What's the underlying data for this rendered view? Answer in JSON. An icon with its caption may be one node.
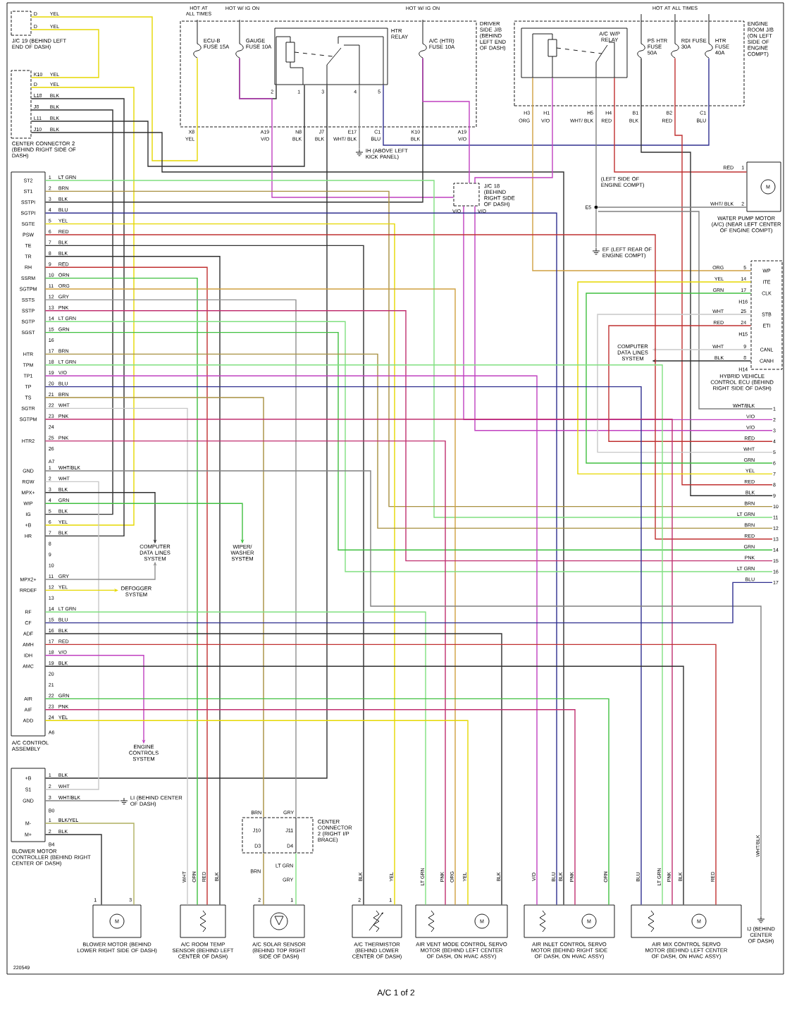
{
  "diagram": {
    "caption": "A/C 1 of 2",
    "nodes": [
      {
        "text": [
          "J/C 19 (BEHIND LEFT END OF DASH)"
        ]
      },
      {
        "text": [
          "CENTER CONNECTOR 2 (BEHIND RIGHT SIDE OF DASH)"
        ]
      },
      {
        "text": [
          "DRIVER SIDE J/B (BEHIND LEFT END OF DASH)"
        ]
      },
      {
        "text": [
          "ECU-B FUSE 15A"
        ],
        "in": 2
      },
      {
        "text": [
          "GAUGE FUSE 10A"
        ],
        "in": 2
      },
      {
        "text": [
          "HTR RELAY"
        ],
        "in": 2
      },
      {
        "text": [
          "A/C (HTR) FUSE 10A"
        ],
        "in": 2
      },
      {
        "text": [
          "ENGINE ROOM J/B (ON LEFT SIDE OF ENGINE COMPT)"
        ]
      },
      {
        "text": [
          "A/C W/P RELAY"
        ],
        "in": 7
      },
      {
        "text": [
          "PS HTR FUSE 50A"
        ],
        "in": 7
      },
      {
        "text": [
          "RDI FUSE 30A"
        ],
        "in": 7
      },
      {
        "text": [
          "HTR FUSE 40A"
        ],
        "in": 7
      },
      {
        "text": [
          "WATER PUMP MOTOR (A/C) (NEAR LEFT CENTER OF ENGINE COMPT)"
        ]
      },
      {
        "text": [
          "J/C 18 (BEHIND RIGHT SIDE OF DASH)"
        ]
      },
      {
        "text": [
          "WP",
          "ITE",
          "CLK",
          "STB",
          "ETI",
          "CANL",
          "CANH",
          "HYBRID VEHICLE CONTROL ECU (BEHIND RIGHT SIDE OF DASH)"
        ],
        "beside": [
          "H16",
          "H15",
          "H14"
        ]
      },
      {
        "text": [
          "ST2",
          "ST1",
          "SSTPI",
          "SGTPI",
          "SGTE",
          "PSW",
          "TE",
          "TR",
          "RH",
          "SSRM",
          "SGTPM",
          "SSTS",
          "SSTP",
          "SGTP",
          "SGST",
          "HTR",
          "TPM",
          "TP1",
          "TP",
          "TS",
          "SGTR",
          "SGTPM",
          "HTR2",
          "GND",
          "RGW",
          "MPX+",
          "WIP",
          "IG",
          "+B",
          "HR",
          "MPX2+",
          "RRDEF",
          "RF",
          "CF",
          "ADF",
          "AMH",
          "IDH",
          "AMC",
          "AIR",
          "AIF",
          "ADD",
          "A/C CONTROL ASSEMBLY"
        ]
      },
      {
        "text": [
          "+B",
          "S1",
          "GND",
          "M-",
          "M+",
          "BLOWER MOTOR CONTROLLER (BEHIND RIGHT CENTER OF DASH)"
        ]
      },
      {
        "text": [
          "BLOWER MOTOR (BEHIND LOWER RIGHT SIDE OF DASH)"
        ]
      },
      {
        "text": [
          "A/C ROOM TEMP SENSOR (BEHIND LEFT CENTER OF DASH)"
        ]
      },
      {
        "text": [
          "A/C SOLAR SENSOR (BEHIND TOP RIGHT SIDE OF DASH)"
        ]
      },
      {
        "text": [
          "CENTER CONNECTOR 2 (RIGHT I/P BRACE)"
        ]
      },
      {
        "text": [
          "A/C THERMISTOR (BEHIND LOWER CENTER OF DASH)"
        ]
      },
      {
        "text": [
          "AIR VENT MODE CONTROL SERVO MOTOR (BEHIND LEFT CENTER OF DASH, ON HVAC ASSY)"
        ]
      },
      {
        "text": [
          "AIR INLET CONTROL SERVO MOTOR (BEHIND RIGHT SIDE OF DASH, ON HVAC ASSY)"
        ]
      },
      {
        "text": [
          "AIR MIX CONTROL SERVO MOTOR (BEHIND LEFT CENTER OF DASH, ON HVAC ASSY)"
        ]
      },
      {
        "text": [
          "COMPUTER DATA LINES SYSTEM"
        ]
      },
      {
        "text": [
          "WIPER/ WASHER SYSTEM"
        ]
      },
      {
        "text": [
          "DEFOGGER SYSTEM"
        ]
      },
      {
        "text": [
          "ENGINE CONTROLS SYSTEM"
        ]
      },
      {
        "text": [
          "COMPUTER DATA LINES SYSTEM"
        ]
      },
      {
        "text": [
          "IH (ABOVE LEFT KICK PANEL)"
        ]
      },
      {
        "text": [
          "(LEFT SIDE OF ENGINE COMPT)",
          "E5"
        ]
      },
      {
        "text": [
          "EF (LEFT REAR OF ENGINE COMPT)"
        ]
      },
      {
        "text": [
          "LI (BEHIND CENTER OF DASH)"
        ]
      },
      {
        "text": [
          "IJ (BEHIND CENTER OF DASH)"
        ]
      },
      {
        "text": [
          "1"
        ]
      },
      {
        "text": [
          "2"
        ]
      },
      {
        "text": [
          "3"
        ]
      },
      {
        "text": [
          "4"
        ]
      },
      {
        "text": [
          "5"
        ]
      },
      {
        "text": [
          "6"
        ]
      },
      {
        "text": [
          "7"
        ]
      },
      {
        "text": [
          "8"
        ]
      },
      {
        "text": [
          "9"
        ]
      },
      {
        "text": [
          "10"
        ]
      },
      {
        "text": [
          "11"
        ]
      },
      {
        "text": [
          "12"
        ]
      },
      {
        "text": [
          "13"
        ]
      },
      {
        "text": [
          "14"
        ]
      },
      {
        "text": [
          "15"
        ]
      },
      {
        "text": [
          "16"
        ]
      },
      {
        "text": [
          "17"
        ]
      }
    ],
    "edges": [
      {
        "from": 0,
        "to": 3,
        "arrow": "none",
        "color": "#e6d800"
      },
      {
        "from": 0,
        "to": 1,
        "arrow": "none",
        "color": "#e6d800"
      },
      {
        "from": 1,
        "to": 15,
        "arrow": "none",
        "color": "#e6d800"
      },
      {
        "from": 1,
        "to": 15,
        "arrow": "none",
        "color": "#303030"
      },
      {
        "from": 1,
        "to": 15,
        "arrow": "none",
        "color": "#303030"
      },
      {
        "from": 1,
        "to": 5,
        "arrow": "none",
        "color": "#303030"
      },
      {
        "from": 1,
        "to": 23,
        "arrow": "none",
        "color": "#303030"
      },
      {
        "from": 4,
        "to": 5,
        "arrow": "none",
        "color": "#303030"
      },
      {
        "from": 4,
        "to": 13,
        "arrow": "none",
        "color": "#c040c0"
      },
      {
        "from": 5,
        "to": 16,
        "arrow": "none",
        "color": "#303030"
      },
      {
        "from": 5,
        "to": 30,
        "arrow": "none",
        "color": "#808080"
      },
      {
        "from": 5,
        "to": 11,
        "arrow": "none",
        "color": "#303090"
      },
      {
        "from": 6,
        "to": 15,
        "arrow": "none",
        "color": "#303030"
      },
      {
        "from": 6,
        "to": 13,
        "arrow": "none",
        "color": "#c040c0"
      },
      {
        "from": 8,
        "to": 14,
        "arrow": "none",
        "color": "#d0a040"
      },
      {
        "from": 8,
        "to": 13,
        "arrow": "none",
        "color": "#c040c0"
      },
      {
        "from": 8,
        "to": 31,
        "arrow": "none",
        "color": "#808080"
      },
      {
        "from": 8,
        "to": 12,
        "arrow": "none",
        "color": "#c03030"
      },
      {
        "from": 9,
        "to": 43,
        "arrow": "none",
        "color": "#303030"
      },
      {
        "from": 10,
        "to": 42,
        "arrow": "none",
        "color": "#c03030"
      },
      {
        "from": 31,
        "to": 12,
        "arrow": "none",
        "color": "#808080"
      },
      {
        "from": 31,
        "to": 32,
        "arrow": "none",
        "color": "#808080"
      },
      {
        "from": 31,
        "to": 35,
        "arrow": "none",
        "color": "#808080"
      },
      {
        "from": 13,
        "to": 36,
        "arrow": "none",
        "color": "#c040c0"
      },
      {
        "from": 13,
        "to": 37,
        "arrow": "none",
        "color": "#c040c0"
      },
      {
        "from": 14,
        "to": 41,
        "arrow": "none",
        "color": "#e6d800"
      },
      {
        "from": 14,
        "to": 40,
        "arrow": "none",
        "color": "#40c040"
      },
      {
        "from": 14,
        "to": 39,
        "arrow": "none",
        "color": "#c8c8c8"
      },
      {
        "from": 14,
        "to": 38,
        "arrow": "none",
        "color": "#c03030"
      },
      {
        "from": 14,
        "to": 29,
        "arrow": "to",
        "color": "#c8c8c8"
      },
      {
        "from": 14,
        "to": 29,
        "arrow": "to",
        "color": "#303030"
      },
      {
        "from": 15,
        "to": 45,
        "arrow": "none",
        "color": "#80e080"
      },
      {
        "from": 15,
        "to": 44,
        "arrow": "none",
        "color": "#a89040"
      },
      {
        "from": 15,
        "to": 23,
        "arrow": "none",
        "color": "#303090"
      },
      {
        "from": 15,
        "to": 21,
        "arrow": "none",
        "color": "#e6d800"
      },
      {
        "from": 15,
        "to": 47,
        "arrow": "none",
        "color": "#c03030"
      },
      {
        "from": 15,
        "to": 21,
        "arrow": "none",
        "color": "#303030"
      },
      {
        "from": 15,
        "to": 18,
        "arrow": "none",
        "color": "#303030"
      },
      {
        "from": 15,
        "to": 18,
        "arrow": "none",
        "color": "#c03030"
      },
      {
        "from": 15,
        "to": 18,
        "arrow": "none",
        "color": "#40c040"
      },
      {
        "from": 15,
        "to": 22,
        "arrow": "none",
        "color": "#d0a040"
      },
      {
        "from": 15,
        "to": 20,
        "arrow": "none",
        "color": "#909090"
      },
      {
        "from": 15,
        "to": 49,
        "arrow": "none",
        "color": "#c03070"
      },
      {
        "from": 15,
        "to": 50,
        "arrow": "none",
        "color": "#80e080"
      },
      {
        "from": 15,
        "to": 48,
        "arrow": "none",
        "color": "#40c040"
      },
      {
        "from": 15,
        "to": 46,
        "arrow": "none",
        "color": "#a89040"
      },
      {
        "from": 15,
        "to": 24,
        "arrow": "none",
        "color": "#80e080"
      },
      {
        "from": 15,
        "to": 23,
        "arrow": "none",
        "color": "#c040c0"
      },
      {
        "from": 15,
        "to": 24,
        "arrow": "none",
        "color": "#303090"
      },
      {
        "from": 15,
        "to": 20,
        "arrow": "none",
        "color": "#a89040"
      },
      {
        "from": 15,
        "to": 18,
        "arrow": "none",
        "color": "#c8c8c8"
      },
      {
        "from": 15,
        "to": 24,
        "arrow": "none",
        "color": "#c03070"
      },
      {
        "from": 15,
        "to": 22,
        "arrow": "none",
        "color": "#c03070"
      },
      {
        "from": 15,
        "to": 34,
        "arrow": "none",
        "color": "#808080"
      },
      {
        "from": 15,
        "to": 16,
        "arrow": "none",
        "color": "#c8c8c8"
      },
      {
        "from": 15,
        "to": 25,
        "arrow": "to",
        "color": "#303030"
      },
      {
        "from": 15,
        "to": 26,
        "arrow": "to",
        "color": "#40c040"
      },
      {
        "from": 15,
        "to": 25,
        "arrow": "to",
        "color": "#909090"
      },
      {
        "from": 15,
        "to": 27,
        "arrow": "to",
        "color": "#e6d800"
      },
      {
        "from": 15,
        "to": 22,
        "arrow": "none",
        "color": "#80e080"
      },
      {
        "from": 15,
        "to": 51,
        "arrow": "none",
        "color": "#303090"
      },
      {
        "from": 15,
        "to": 22,
        "arrow": "none",
        "color": "#303030"
      },
      {
        "from": 15,
        "to": 24,
        "arrow": "none",
        "color": "#c03030"
      },
      {
        "from": 15,
        "to": 28,
        "arrow": "to",
        "color": "#c040c0"
      },
      {
        "from": 15,
        "to": 24,
        "arrow": "none",
        "color": "#303030"
      },
      {
        "from": 15,
        "to": 23,
        "arrow": "none",
        "color": "#40c040"
      },
      {
        "from": 15,
        "to": 23,
        "arrow": "none",
        "color": "#c03070"
      },
      {
        "from": 15,
        "to": 22,
        "arrow": "none",
        "color": "#e6d800"
      },
      {
        "from": 16,
        "to": 33,
        "arrow": "none",
        "color": "#808080"
      },
      {
        "from": 16,
        "to": 17,
        "arrow": "none",
        "color": "#b0b060"
      },
      {
        "from": 16,
        "to": 17,
        "arrow": "none",
        "color": "#303030"
      },
      {
        "from": 20,
        "to": 19,
        "arrow": "none",
        "color": "#a89040"
      },
      {
        "from": 20,
        "to": 19,
        "arrow": "none",
        "color": "#80e080"
      }
    ],
    "labels": [
      "HOT AT ALL TIMES",
      "HOT W/ IG ON",
      "HOT W/ IG ON",
      "HOT AT ALL TIMES",
      "D",
      "YEL",
      "D",
      "YEL",
      "K10",
      "YEL",
      "D",
      "YEL",
      "L18",
      "BLK",
      "J8",
      "BLK",
      "L11",
      "BLK",
      "J10",
      "BLK",
      "2",
      "1",
      "3",
      "4",
      "5",
      "X8",
      "YEL",
      "A19",
      "V/O",
      "N8",
      "BLK",
      "J7",
      "BLK",
      "E17",
      "WHT/ BLK",
      "C1",
      "BLU",
      "K10",
      "BLK",
      "A19",
      "V/O",
      "H3",
      "ORG",
      "H1",
      "V/O",
      "H5",
      "WHT/ BLK",
      "H4",
      "RED",
      "B1",
      "BLK",
      "B2",
      "RED",
      "C1",
      "BLU",
      "RED",
      "1",
      "WHT/ BLK",
      "2",
      "M",
      "V/O",
      "V/O",
      "ORG",
      "5",
      "YEL",
      "14",
      "GRN",
      "17",
      "WHT",
      "25",
      "RED",
      "24",
      "WHT",
      "9",
      "BLK",
      "8",
      "WHT/BLK",
      "V/O",
      "V/O",
      "RED",
      "WHT",
      "GRN",
      "YEL",
      "RED",
      "BLK",
      "BRN",
      "LT GRN",
      "BRN",
      "RED",
      "GRN",
      "PNK",
      "LT GRN",
      "BLU",
      "1",
      "LT GRN",
      "2",
      "BRN",
      "3",
      "BLK",
      "4",
      "BLU",
      "5",
      "YEL",
      "6",
      "RED",
      "7",
      "BLK",
      "8",
      "BLK",
      "9",
      "RED",
      "10",
      "ORN",
      "11",
      "ORG",
      "12",
      "GRY",
      "13",
      "PNK",
      "14",
      "LT GRN",
      "15",
      "GRN",
      "16",
      "17",
      "BRN",
      "18",
      "LT GRN",
      "19",
      "V/O",
      "20",
      "BLU",
      "21",
      "BRN",
      "22",
      "WHT",
      "23",
      "PNK",
      "24",
      "25",
      "PNK",
      "26",
      "A7",
      "1",
      "WHT/BLK",
      "2",
      "WHT",
      "3",
      "BLK",
      "4",
      "GRN",
      "5",
      "BLK",
      "6",
      "YEL",
      "7",
      "BLK",
      "8",
      "9",
      "10",
      "11",
      "GRY",
      "12",
      "YEL",
      "13",
      "14",
      "LT GRN",
      "15",
      "BLU",
      "16",
      "BLK",
      "17",
      "RED",
      "18",
      "V/O",
      "19",
      "BLK",
      "20",
      "21",
      "22",
      "GRN",
      "23",
      "PNK",
      "24",
      "YEL",
      "A6",
      "1",
      "BLK",
      "2",
      "WHT",
      "3",
      "WHT/BLK",
      "B0",
      "1",
      "BLK/YEL",
      "2",
      "BLK",
      "B4",
      "1",
      "3",
      "M",
      "WHT",
      "ORN",
      "RED",
      "BLK",
      "BRN",
      "GRY",
      "J10",
      "J11",
      "D3",
      "D4",
      "BRN",
      "LT GRN",
      "GRY",
      "2",
      "1",
      "BLK",
      "YEL",
      "2",
      "1",
      "LT GRN",
      "PNK",
      "ORG",
      "YEL",
      "BLK",
      "M",
      "V/O",
      "BLU",
      "BLK",
      "PNK",
      "ORN",
      "M",
      "BLU",
      "LT GRN",
      "PNK",
      "BLK",
      "RED",
      "M",
      "WHT/BLK",
      "220549"
    ]
  }
}
